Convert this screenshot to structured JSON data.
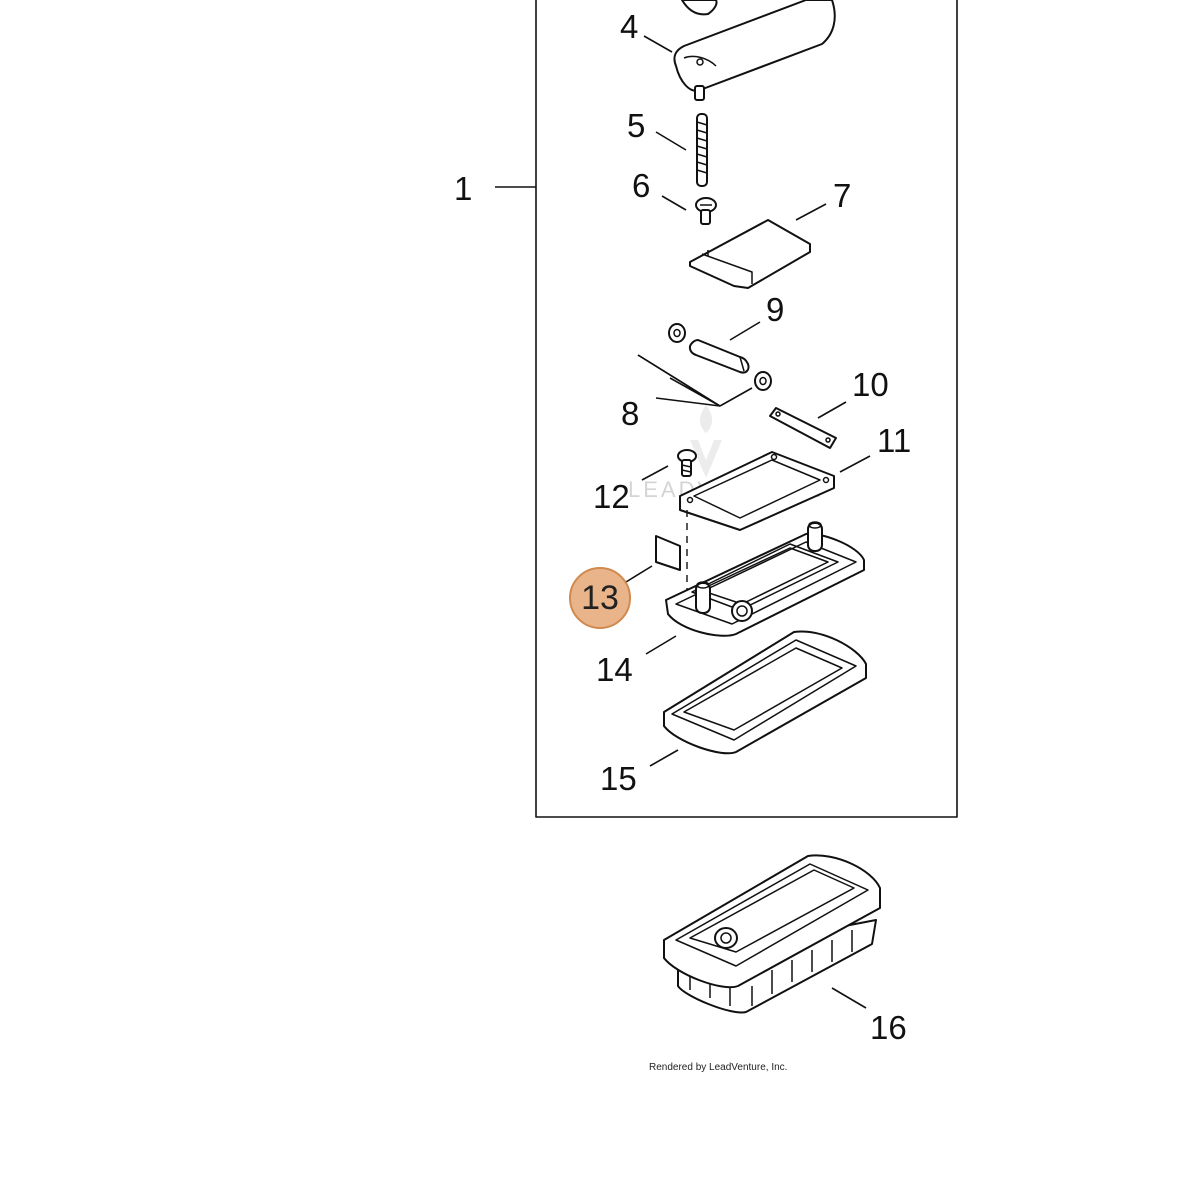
{
  "diagram": {
    "parts": [
      {
        "number": "1"
      },
      {
        "number": "4"
      },
      {
        "number": "5"
      },
      {
        "number": "6"
      },
      {
        "number": "7"
      },
      {
        "number": "8"
      },
      {
        "number": "9"
      },
      {
        "number": "10"
      },
      {
        "number": "11"
      },
      {
        "number": "12"
      },
      {
        "number": "13",
        "highlighted": true
      },
      {
        "number": "14"
      },
      {
        "number": "15"
      },
      {
        "number": "16"
      }
    ],
    "highlight_color": "#e9b48a",
    "highlight_border_color": "#d08a4f",
    "watermark": "LEADVENTURE",
    "credit": "Rendered by LeadVenture, Inc."
  }
}
